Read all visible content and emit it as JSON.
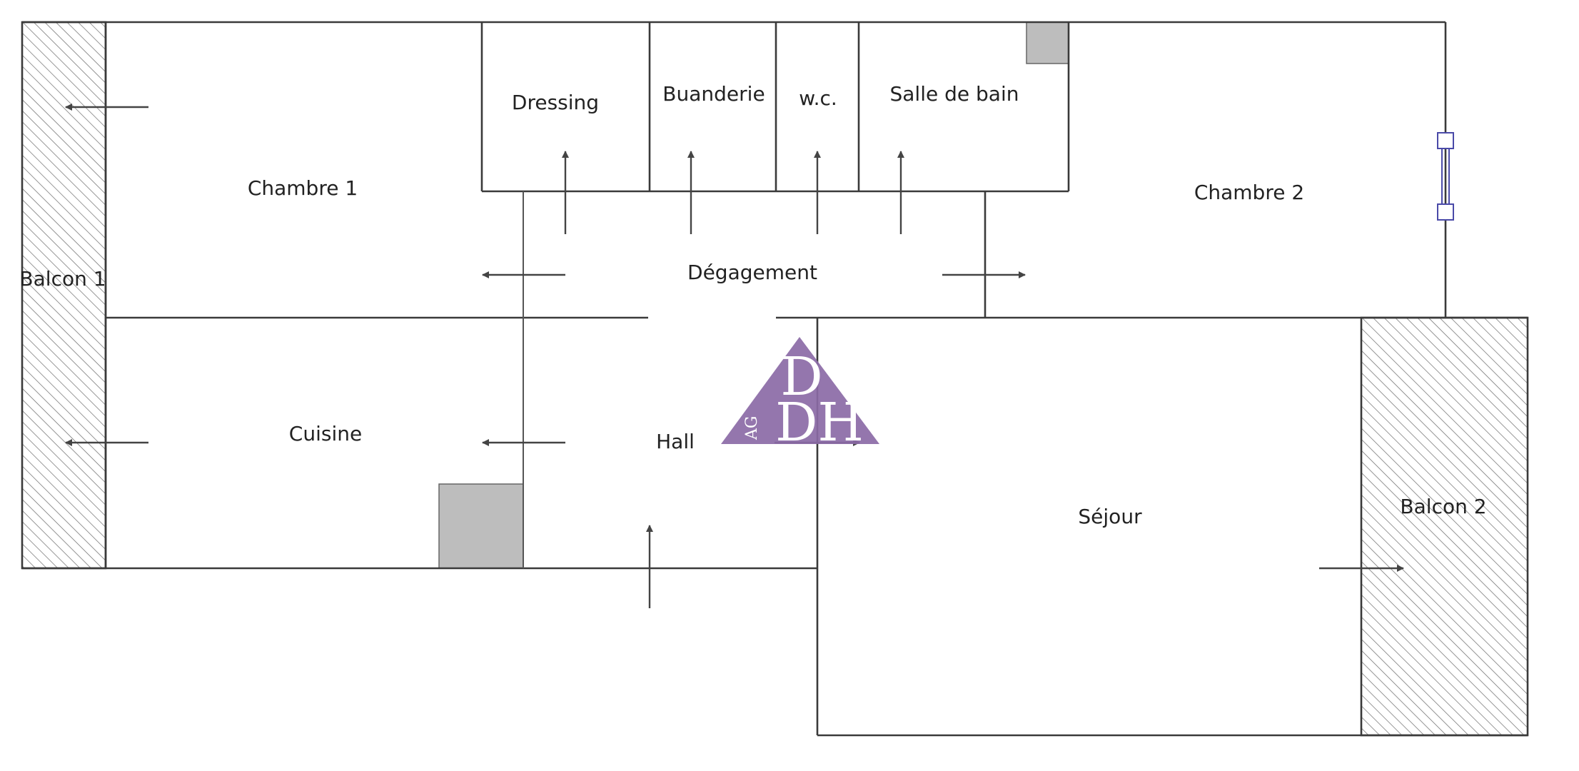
{
  "plan": {
    "rooms": {
      "balcon1": "Balcon 1",
      "chambre1": "Chambre 1",
      "dressing": "Dressing",
      "buanderie": "Buanderie",
      "wc": "w.c.",
      "salle_de_bain": "Salle de bain",
      "chambre2": "Chambre 2",
      "degagement": "Dégagement",
      "cuisine": "Cuisine",
      "hall": "Hall",
      "sejour": "Séjour",
      "balcon2": "Balcon 2"
    },
    "watermark": {
      "letters_top": "D",
      "letters_bottom": "DH",
      "side_text": "AG",
      "color": "#8b6aa6"
    },
    "colors": {
      "wall": "#3a3a3a",
      "hatch": "#6a6a6a",
      "fixture": "#bdbdbd",
      "arrow": "#444444",
      "window": "#4a4aa8"
    }
  }
}
